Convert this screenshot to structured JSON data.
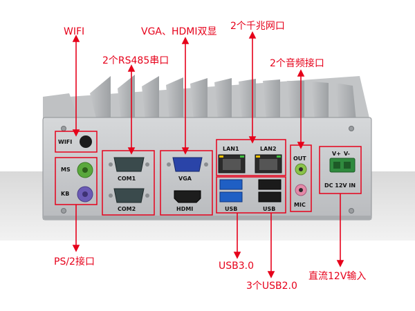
{
  "callouts": {
    "wifi": "WIFI",
    "vga_hdmi": "VGA、HDMI双显",
    "gigabit_lan": "2个千兆网口",
    "rs485": "2个RS485串口",
    "audio": "2个音频接口",
    "ps2": "PS/2接口",
    "usb30": "USB3.0",
    "usb20": "3个USB2.0",
    "dc_in": "直流12V输入"
  },
  "panel_labels": {
    "wifi": "WIFI",
    "ms": "MS",
    "kb": "KB",
    "com1": "COM1",
    "com2": "COM2",
    "vga": "VGA",
    "hdmi": "HDMI",
    "lan1": "LAN1",
    "lan2": "LAN2",
    "usb_left": "USB",
    "usb_right": "USB",
    "out": "OUT",
    "mic": "MIC",
    "dc_in": "DC 12V IN",
    "v_plus": "V+",
    "v_minus": "V-"
  },
  "colors": {
    "callout_red": "#e6001a",
    "chassis": "#c9cbcd",
    "usb3_blue": "#1f5fc4",
    "ms_green": "#5aa83c",
    "kb_purple": "#6b5bb5",
    "audio_green": "#8bc34a",
    "audio_pink": "#e48aa8",
    "terminal_green": "#2f8a3e"
  }
}
